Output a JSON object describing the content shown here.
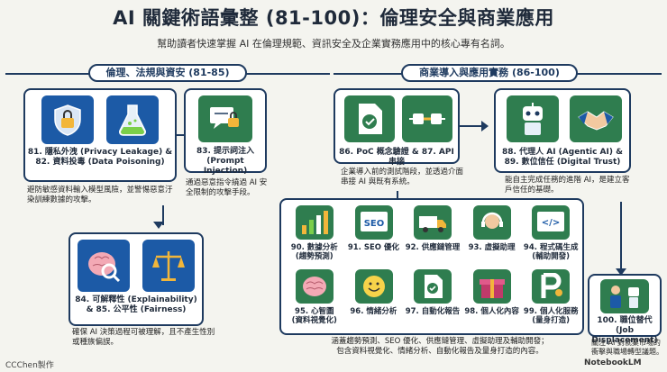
{
  "title": "AI 關鍵術語彙整 (81-100)：倫理安全與商業應用",
  "subtitle": "幫助讀者快速掌握 AI 在倫理規範、資訊安全及企業實務應用中的核心專有名詞。",
  "left_section": {
    "label": "倫理、法規與資安 (81-85)",
    "card1": {
      "label": "81. 隱私外洩 (Privacy Leakage) & 82. 資料投毒 (Data Poisoning)",
      "line1": "81. 隱私外洩 (Privacy Leakage) &",
      "line2": "82. 資料投毒 (Data Poisoning)",
      "desc": "避防敏感資料輸入模型風險，並警惕惡意汙染訓練數據的攻擊。"
    },
    "card2": {
      "line1": "83. 提示詞注入",
      "line2": "(Prompt Injection)",
      "desc": "通過惡意指令繞過 AI 安全限制的攻擊手段。"
    },
    "card3": {
      "line1": "84. 可解釋性 (Explainability)",
      "line2": "& 85. 公平性 (Fairness)",
      "desc": "確保 AI 決策過程可被理解，且不產生性別或種族偏誤。"
    }
  },
  "right_section": {
    "label": "商業導入與應用實務 (86-100)",
    "card1": {
      "label": "86. PoC 概念驗證 & 87. API 串接",
      "desc": "企業導入前的測試階段，並透過介面串接 AI 與既有系統。"
    },
    "card2": {
      "line1": "88. 代理人 AI (Agentic AI) &",
      "line2": "89. 數位信任 (Digital Trust)",
      "desc": "能自主完成任務的進階 AI，是建立客戶信任的基礎。"
    },
    "grid": [
      {
        "line1": "90. 數據分析",
        "line2": "(趨勢預測)",
        "icon": "bar-chart-icon"
      },
      {
        "line1": "91. SEO 優化",
        "line2": "",
        "icon": "seo-icon"
      },
      {
        "line1": "92. 供應鏈管理",
        "line2": "",
        "icon": "truck-icon"
      },
      {
        "line1": "93. 虛擬助理",
        "line2": "",
        "icon": "headset-icon"
      },
      {
        "line1": "94. 程式碼生成",
        "line2": "(輔助開發)",
        "icon": "code-icon"
      },
      {
        "line1": "95. 心智圖",
        "line2": "(資料視覺化)",
        "icon": "brain-map-icon"
      },
      {
        "line1": "96. 情緒分析",
        "line2": "",
        "icon": "smiley-icon"
      },
      {
        "line1": "97. 自動化報告",
        "line2": "",
        "icon": "report-icon"
      },
      {
        "line1": "98. 個人化內容",
        "line2": "",
        "icon": "gift-icon"
      },
      {
        "line1": "99. 個人化服務",
        "line2": "(量身打造)",
        "icon": "service-icon"
      }
    ],
    "grid_desc1": "涵蓋趨勢預測、SEO 優化、供應鏈管理、虛擬助理及輔助開發；",
    "grid_desc2": "包含資料視覺化、情緒分析、自動化報告及量身打造的內容。",
    "card3": {
      "line1": "100. 職位替代",
      "line2": "(Job Displacement)",
      "desc": "關注 AI 對就業市場的衝擊與職場轉型議題。"
    }
  },
  "footer": "CCChen製作",
  "brand": "NotebookLM"
}
